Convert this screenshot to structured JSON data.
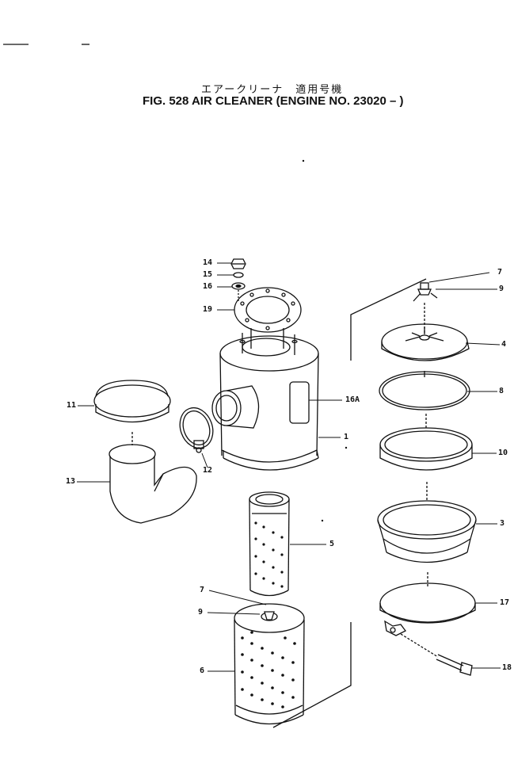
{
  "header": {
    "title_jp": "エアークリーナ　適用号機",
    "title_en": "FIG. 528  AIR CLEANER (ENGINE NO. 23020 –  )"
  },
  "callouts": {
    "c14": "14",
    "c15": "15",
    "c16": "16",
    "c19": "19",
    "c7a": "7",
    "c9a": "9",
    "c4": "4",
    "c16a": "16A",
    "c8": "8",
    "c11": "11",
    "c1": "1",
    "c10": "10",
    "c12": "12",
    "c13": "13",
    "c3": "3",
    "c5": "5",
    "c7b": "7",
    "c9b": "9",
    "c17": "17",
    "c6": "6",
    "c18": "18"
  }
}
